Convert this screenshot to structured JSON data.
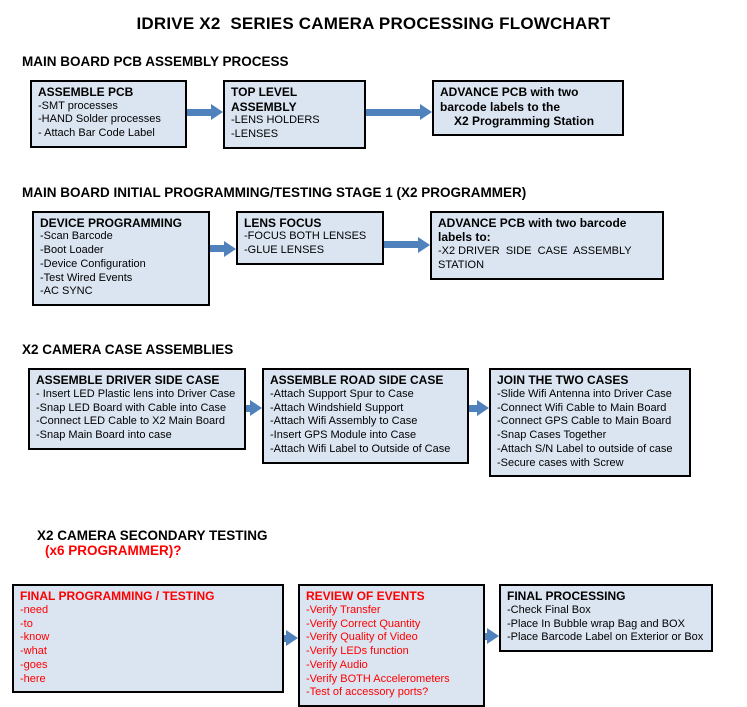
{
  "palette": {
    "box_fill": "#dbe5f1",
    "box_border": "#000000",
    "arrow_blue": "#4f81bd",
    "red_text": "#ff0000",
    "black_text": "#000000"
  },
  "title": "IDRIVE X2  SERIES CAMERA PROCESSING FLOWCHART",
  "sections": [
    {
      "header": "MAIN BOARD PCB ASSEMBLY PROCESS",
      "boxes": [
        {
          "title": "ASSEMBLE PCB",
          "items": [
            "-SMT processes",
            "-HAND Solder processes",
            "- Attach Bar Code Label"
          ]
        },
        {
          "title": "TOP LEVEL ASSEMBLY",
          "items": [
            "-LENS HOLDERS",
            "-LENSES"
          ]
        },
        {
          "title": "ADVANCE PCB with two barcode labels to the",
          "subtitle": "X2 Programming Station",
          "items": []
        }
      ]
    },
    {
      "header": "MAIN BOARD INITIAL PROGRAMMING/TESTING STAGE 1 (X2 PROGRAMMER)",
      "boxes": [
        {
          "title": "DEVICE PROGRAMMING",
          "items": [
            "-Scan Barcode",
            "-Boot Loader",
            "-Device Configuration",
            "-Test Wired Events",
            "-AC SYNC"
          ]
        },
        {
          "title": "LENS FOCUS",
          "items": [
            "-FOCUS BOTH LENSES",
            "-GLUE LENSES"
          ]
        },
        {
          "title": "ADVANCE PCB with two barcode labels to:",
          "items": [
            "-X2 DRIVER  SIDE  CASE  ASSEMBLY STATION"
          ]
        }
      ]
    },
    {
      "header": "X2 CAMERA CASE ASSEMBLIES",
      "boxes": [
        {
          "title": "ASSEMBLE DRIVER SIDE CASE",
          "items": [
            "- Insert LED Plastic lens into Driver Case",
            "-Snap LED Board with Cable into Case",
            "-Connect LED Cable to X2 Main Board",
            "-Snap Main Board into case"
          ]
        },
        {
          "title": "ASSEMBLE ROAD SIDE CASE",
          "items": [
            "-Attach Support Spur to Case",
            "-Attach Windshield Support",
            "-Attach Wifi Assembly to Case",
            "-Insert GPS Module into Case",
            "-Attach Wifi Label to Outside of Case"
          ]
        },
        {
          "title": "JOIN THE TWO CASES",
          "items": [
            "-Slide Wifi Antenna into Driver Case",
            "-Connect Wifi Cable to Main Board",
            "-Connect GPS Cable to Main Board",
            "-Snap Cases Together",
            "-Attach S/N Label to outside of case",
            "-Secure cases with Screw"
          ]
        }
      ]
    },
    {
      "header": "X2 CAMERA SECONDARY TESTING",
      "header_red": "(x6 PROGRAMMER)?",
      "boxes": [
        {
          "title": "FINAL PROGRAMMING / TESTING",
          "items": [
            "-need",
            "-to",
            "-know",
            "-what",
            "-goes",
            "-here"
          ]
        },
        {
          "title": "REVIEW OF EVENTS",
          "items": [
            "-Verify Transfer",
            "-Verify Correct Quantity",
            "-Verify Quality of Video",
            "-Verify LEDs function",
            "-Verify Audio",
            "-Verify BOTH Accelerometers",
            "-Test of accessory ports?"
          ]
        },
        {
          "title": "FINAL PROCESSING",
          "items": [
            "-Check Final Box",
            "-Place In Bubble wrap Bag and BOX",
            "-Place Barcode Label on Exterior or Box"
          ]
        }
      ]
    }
  ]
}
